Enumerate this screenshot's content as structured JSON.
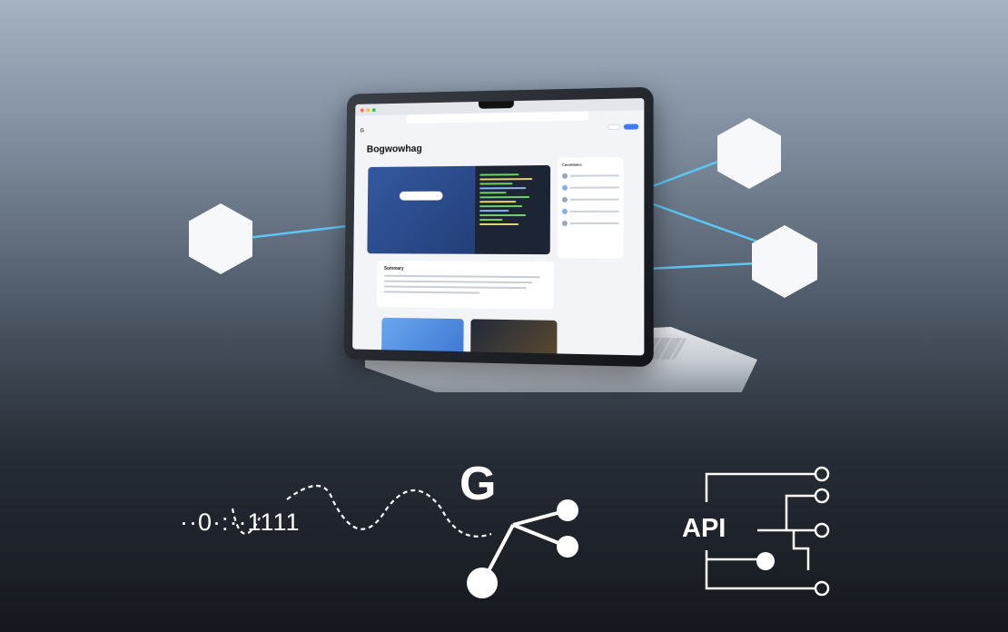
{
  "screen": {
    "tabs": [
      "",
      "",
      ""
    ],
    "url": "",
    "nav_button_left": "",
    "nav_button_right": "",
    "page_title": "Bogwowhag",
    "page_subtitle": "",
    "hero_kicker": "",
    "hero_title": "",
    "sidebar_title": "Candidates",
    "card_title": "Summary",
    "card_footer": ""
  },
  "bottom": {
    "binary_left": "0",
    "binary_right": "1111",
    "g_letter": "G",
    "api_label": "API"
  },
  "colors": {
    "accent_blue": "#3f7cf0",
    "link_line": "#5cc7f5",
    "hex_node": "#f6f8fb"
  },
  "icons": [
    "hexagon-node-icon",
    "network-graph-icon",
    "api-circuit-icon"
  ]
}
